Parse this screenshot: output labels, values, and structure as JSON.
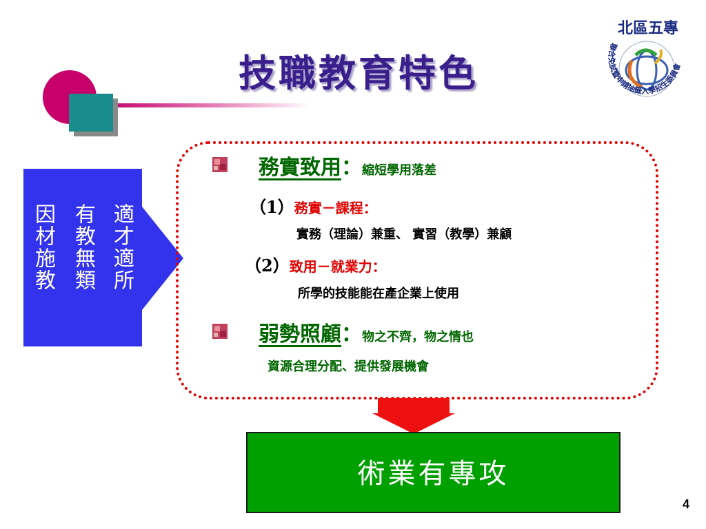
{
  "title": "技職教育特色",
  "logo": {
    "top_text": "北區五專",
    "ring_text": "聯合免試暨申請抽籤入學招生委員會"
  },
  "side_box": {
    "columns": [
      "因材施教",
      "有教無類",
      "適才適所"
    ]
  },
  "panel": {
    "section1": {
      "heading": "務實致用",
      "colon": "：",
      "note": "縮短學用落差",
      "items": [
        {
          "num": "（1）",
          "label": "務實－課程",
          "colon": "：",
          "detail": "實務（理論）兼重、 實習（教學）兼顧"
        },
        {
          "num": "（2）",
          "label": "致用－就業力",
          "colon": "：",
          "detail": "所學的技能能在產企業上使用"
        }
      ]
    },
    "section2": {
      "heading": "弱勢照顧",
      "colon": "：",
      "note": "物之不齊，物之情也",
      "detail": "資源合理分配、提供發展機會"
    }
  },
  "result": "術業有專攻",
  "page_number": "4",
  "colors": {
    "title": "#3a1f8c",
    "side_box": "#3333ee",
    "panel_border": "#e00000",
    "result_box": "#00a000",
    "heading_green": "#006600",
    "label_red": "#e00000"
  }
}
